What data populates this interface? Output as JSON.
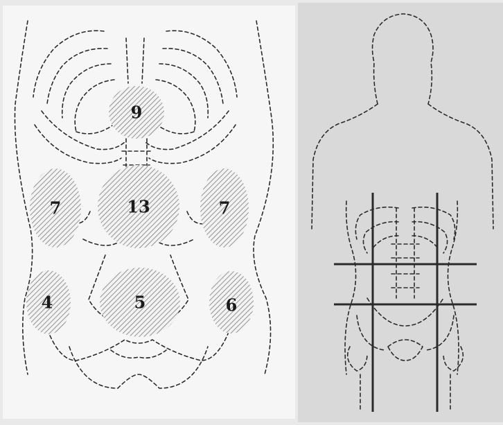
{
  "colors": {
    "background": "#e9e9e9",
    "left_panel": "#f6f6f6",
    "right_panel": "#d9d9d9",
    "outline": "#2a2a2a",
    "hatch": "#7a7a7a"
  },
  "regions": [
    {
      "name": "region-epigastric",
      "label": "9"
    },
    {
      "name": "region-right-flank",
      "label": "7"
    },
    {
      "name": "region-umbilical",
      "label": "13"
    },
    {
      "name": "region-left-flank",
      "label": "7"
    },
    {
      "name": "region-right-iliac",
      "label": "4"
    },
    {
      "name": "region-hypogastric",
      "label": "5"
    },
    {
      "name": "region-left-iliac",
      "label": "6"
    }
  ],
  "back_grid": {
    "vertical_lines": 2,
    "horizontal_lines": 2
  }
}
